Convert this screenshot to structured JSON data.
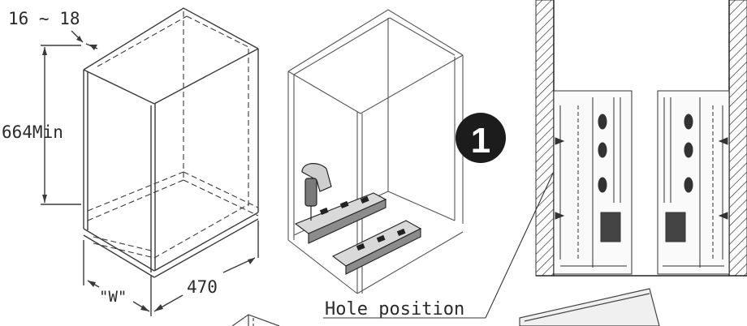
{
  "dimensions": {
    "side_gap": "16 ~ 18",
    "height_min": "664Min",
    "depth": "470",
    "width": "\"W\""
  },
  "step": {
    "number": "1"
  },
  "callout": {
    "hole_position": "Hole position"
  }
}
